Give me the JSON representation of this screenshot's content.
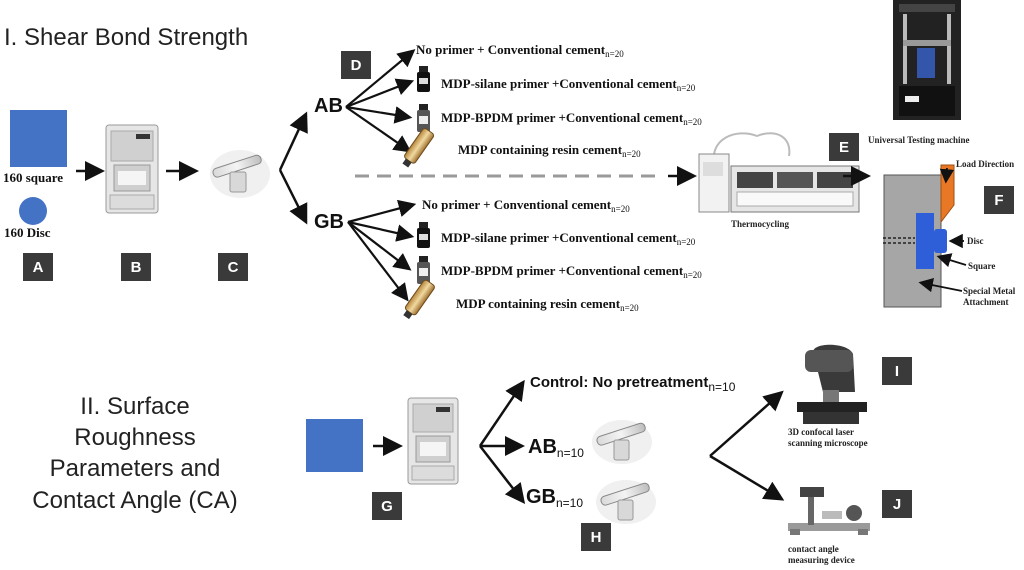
{
  "section1": {
    "title": "I. Shear Bond Strength",
    "square_label": "160 square",
    "disc_label": "160 Disc",
    "group_ab": "AB",
    "group_gb": "GB",
    "treatments": [
      {
        "label": "No primer + Conventional cement",
        "n": "n=20"
      },
      {
        "label": "MDP-silane primer +Conventional cement",
        "n": "n=20"
      },
      {
        "label": "MDP-BPDM  primer +Conventional cement",
        "n": "n=20"
      },
      {
        "label": "MDP containing resin cement",
        "n": "n=20"
      }
    ],
    "thermocycling_label": "Thermocycling",
    "utm_label": "Universal Testing machine",
    "fixture_labels": {
      "load": "Load Direction",
      "disc": "Disc",
      "square": "Square",
      "attachment": "Special Metal Attachment"
    },
    "badges": [
      "A",
      "B",
      "C",
      "D",
      "E",
      "F"
    ]
  },
  "section2": {
    "title": "II. Surface Roughness Parameters and Contact Angle (CA)",
    "title_lines": [
      "II. Surface Roughness",
      "Parameters and",
      "Contact Angle (CA)"
    ],
    "control_label": "Control: No pretreatment",
    "control_n": "n=10",
    "ab_label": "AB",
    "ab_n": "n=10",
    "gb_label": "GB",
    "gb_n": "n=10",
    "microscope_label": "3D confocal laser scanning microscope",
    "ca_device_label": "contact angle measuring device",
    "badges": [
      "G",
      "H",
      "I",
      "J"
    ]
  },
  "colors": {
    "specimen_blue": "#4472c4",
    "badge_bg": "#3a3a3a",
    "load_orange": "#e97826",
    "fixture_gray": "#a6a6a6",
    "divider_gray": "#9a9a9a"
  }
}
